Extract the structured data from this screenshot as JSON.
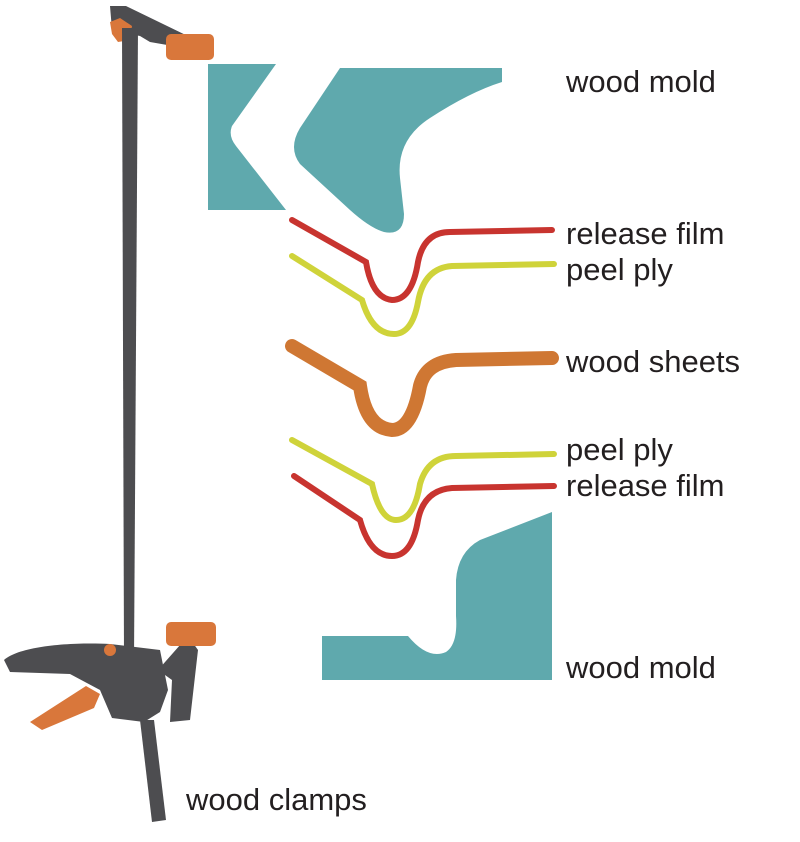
{
  "labels": {
    "top_mold": "wood mold",
    "release_film_top": "release film",
    "peel_ply_top": "peel ply",
    "wood_sheets": "wood sheets",
    "peel_ply_bottom": "peel ply",
    "release_film_bottom": "release film",
    "bottom_mold": "wood mold",
    "clamps": "wood clamps"
  },
  "icons": {
    "clamp": "bar-clamp-icon"
  },
  "colors": {
    "mold": "#5fa9ad",
    "release_film": "#c8342f",
    "peel_ply": "#cfd33a",
    "wood_sheets": "#cf7733",
    "clamp_body": "#4d4d50",
    "clamp_accent": "#d9773b",
    "text": "#231f20"
  }
}
